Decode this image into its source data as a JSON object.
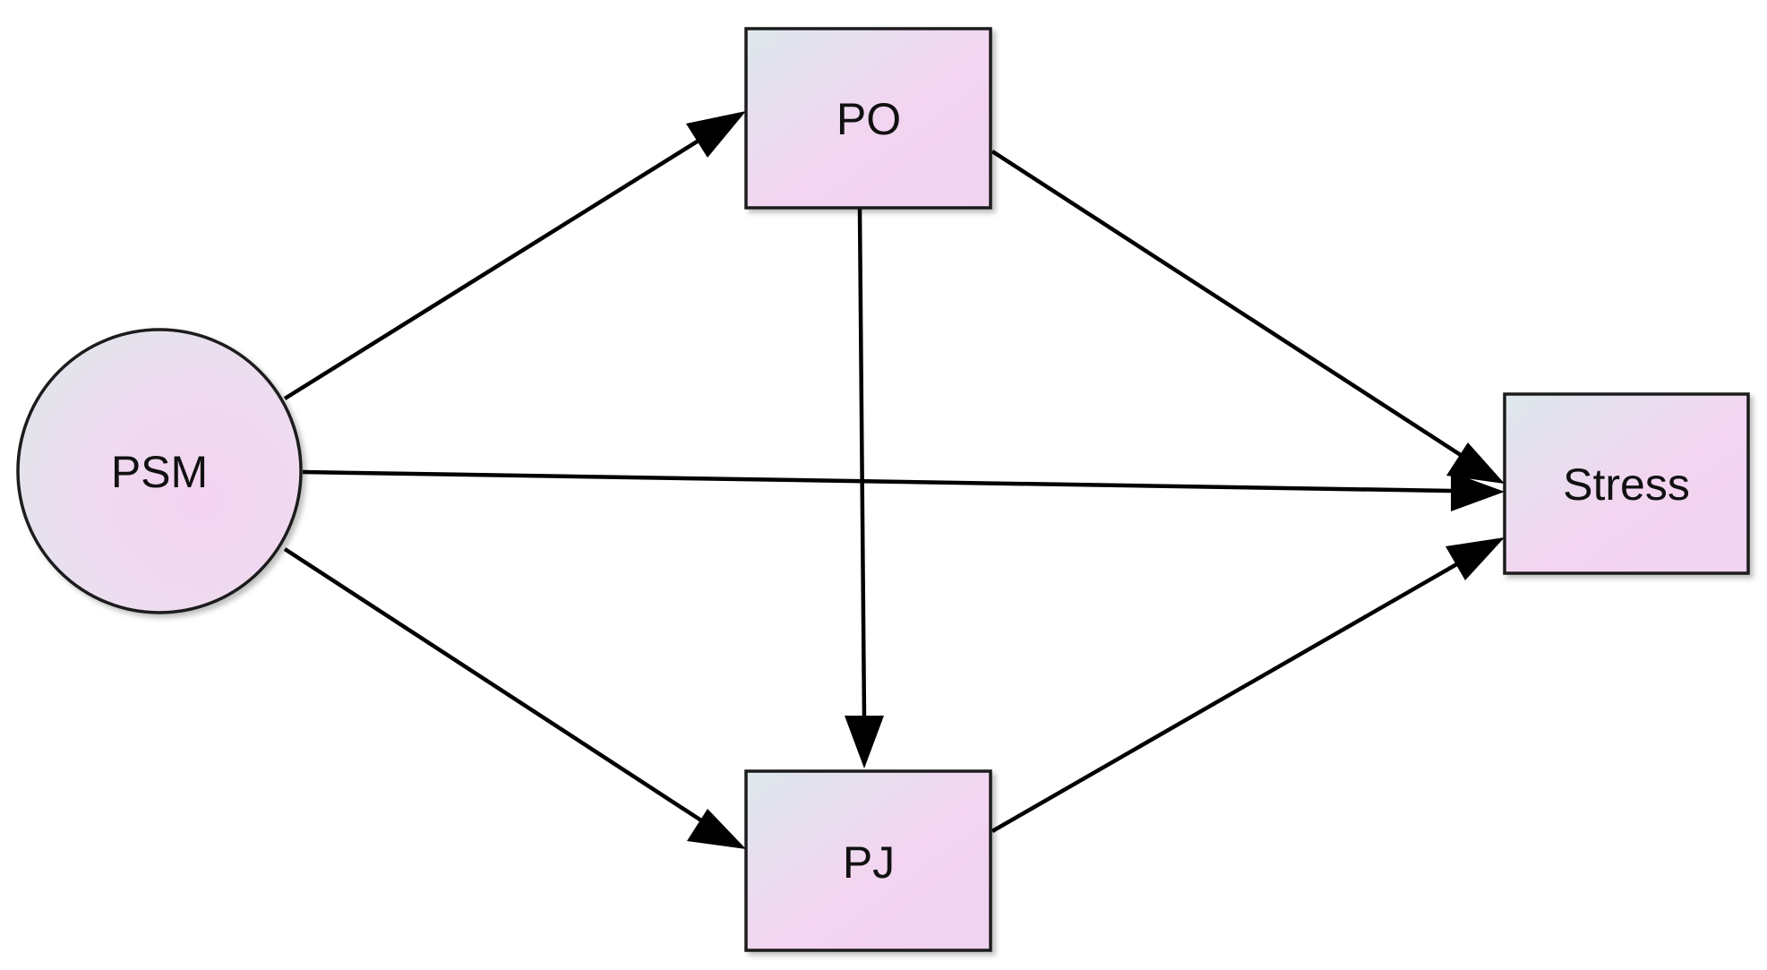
{
  "nodes": {
    "psm": {
      "label": "PSM",
      "shape": "circle"
    },
    "po": {
      "label": "PO",
      "shape": "rect"
    },
    "pj": {
      "label": "PJ",
      "shape": "rect"
    },
    "stress": {
      "label": "Stress",
      "shape": "rect"
    }
  },
  "edges": [
    {
      "from": "PSM",
      "to": "PO"
    },
    {
      "from": "PSM",
      "to": "Stress"
    },
    {
      "from": "PSM",
      "to": "PJ"
    },
    {
      "from": "PO",
      "to": "Stress"
    },
    {
      "from": "PO",
      "to": "PJ"
    },
    {
      "from": "PJ",
      "to": "Stress"
    }
  ],
  "colors": {
    "node_fill_light": "#dde8ec",
    "node_fill_pink": "#f3d5f1",
    "stroke": "#000000"
  }
}
